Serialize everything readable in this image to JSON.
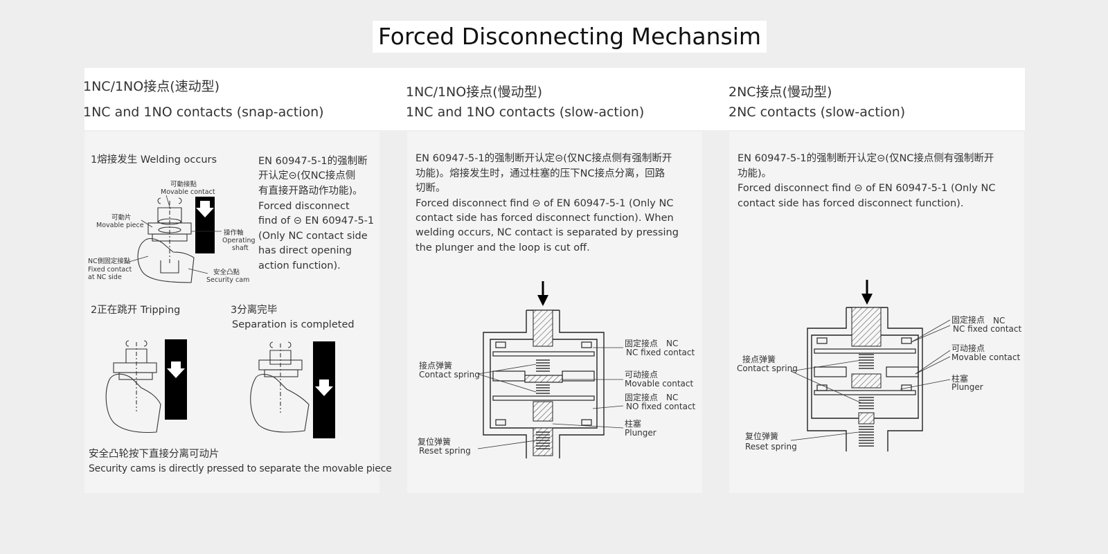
{
  "title": "Forced Disconnecting Mechansim",
  "columns": [
    {
      "head_cn": "1NC/1NO接点(速动型)",
      "head_en": "1NC and 1NO contacts (snap-action)"
    },
    {
      "head_cn": "1NC/1NO接点(慢动型)",
      "head_en": "1NC and 1NO contacts (slow-action)"
    },
    {
      "head_cn": "2NC接点(慢动型)",
      "head_en": "2NC contacts (slow-action)"
    }
  ],
  "snap": {
    "step1": "1熔接发生 Welding occurs",
    "desc_cn_1": "EN 60947-5-1的强制断",
    "desc_cn_2": "开认定⊝(仅NC接点侧",
    "desc_cn_3": "有直接开路动作功能)。",
    "desc_en_1": "Forced disconnect",
    "desc_en_2": "find of ⊝ EN 60947-5-1",
    "desc_en_3": "(Only NC contact side",
    "desc_en_4": "has direct opening",
    "desc_en_5": "action function).",
    "labels": {
      "movable_contact_cn": "可動接點",
      "movable_contact_en": "Movable contact",
      "movable_piece_cn": "可動片",
      "movable_piece_en": "Movable piece",
      "operating_shaft_cn": "操作軸",
      "operating_shaft_en_1": "Operating",
      "operating_shaft_en_2": "shaft",
      "fixed_contact_cn": "NC側固定接點",
      "fixed_contact_en_1": "Fixed contact",
      "fixed_contact_en_2": "at NC side",
      "security_cam_cn": "安全凸點",
      "security_cam_en": "Security cam"
    },
    "step2": "2正在跳开 Tripping",
    "step3_cn": "3分离完毕",
    "step3_en": "Separation is completed",
    "footer_cn": "安全凸轮按下直接分离可动片",
    "footer_en": "Security cams is directly pressed to separate the movable piece"
  },
  "slow": {
    "desc": [
      "EN 60947-5-1的强制断开认定⊝(仅NC接点侧有强制断开",
      "功能)。熔接发生时，通过柱塞的压下NC接点分离，回路",
      "切断。",
      "Forced disconnect find ⊝ of EN 60947-5-1 (Only NC",
      "contact side has forced disconnect function). When",
      "welding occurs, NC contact is separated by pressing",
      "the plunger and the loop is cut off."
    ],
    "labels": {
      "nc_fixed_cn": "固定接点",
      "nc_fixed_tag": "NC",
      "nc_fixed_en": "NC fixed contact",
      "contact_spring_cn": "接点弹簧",
      "contact_spring_en": "Contact spring",
      "movable_cn": "可动接点",
      "movable_en": "Movable contact",
      "no_fixed_cn": "固定接点",
      "no_fixed_tag": "NC",
      "no_fixed_en": "NO fixed contact",
      "plunger_cn": "柱塞",
      "plunger_en": "Plunger",
      "reset_spring_cn": "复位弹簧",
      "reset_spring_en": "Reset spring"
    }
  },
  "twonc": {
    "desc": [
      "EN 60947-5-1的强制断开认定⊝(仅NC接点侧有强制断开",
      "功能)。",
      "Forced disconnect find ⊝ of EN 60947-5-1 (Only NC",
      "contact side has forced disconnect function)."
    ],
    "labels": {
      "nc_fixed_cn": "固定接点",
      "nc_fixed_tag": "NC",
      "nc_fixed_en": "NC fixed contact",
      "contact_spring_cn": "接点弹簧",
      "contact_spring_en": "Contact spring",
      "movable_cn": "可动接点",
      "movable_en": "Movable contact",
      "plunger_cn": "柱塞",
      "plunger_en": "Plunger",
      "reset_spring_cn": "复位弹簧",
      "reset_spring_en": "Reset spring"
    }
  }
}
